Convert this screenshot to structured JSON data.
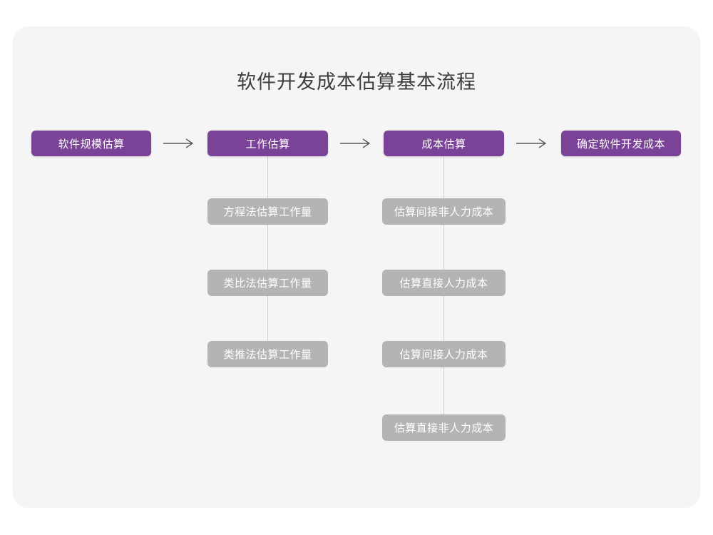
{
  "page": {
    "background_color": "#ffffff",
    "card_color": "#f5f5f5"
  },
  "diagram": {
    "title": "软件开发成本估算基本流程",
    "type": "flowchart",
    "primary_color": "#7b4397",
    "secondary_color": "#b4b4b4",
    "connector_color": "#cfcfcf",
    "arrow_color": "#5a5a5a",
    "main_flow": [
      {
        "id": "step-1",
        "label": "软件规模估算"
      },
      {
        "id": "step-2",
        "label": "工作估算"
      },
      {
        "id": "step-3",
        "label": "成本估算"
      },
      {
        "id": "step-4",
        "label": "确定软件开发成本"
      }
    ],
    "arrows": [
      {
        "id": "arrow-1",
        "glyph": "arrow-right-icon",
        "from": "step-1",
        "to": "step-2"
      },
      {
        "id": "arrow-2",
        "glyph": "arrow-right-icon",
        "from": "step-2",
        "to": "step-3"
      },
      {
        "id": "arrow-3",
        "glyph": "arrow-right-icon",
        "from": "step-3",
        "to": "step-4"
      }
    ],
    "branches": [
      {
        "parent": "step-2",
        "parent_label": "工作估算",
        "items": [
          {
            "label": "方程法估算工作量"
          },
          {
            "label": "类比法估算工作量"
          },
          {
            "label": "类推法估算工作量"
          }
        ]
      },
      {
        "parent": "step-3",
        "parent_label": "成本估算",
        "items": [
          {
            "label": "估算间接非人力成本"
          },
          {
            "label": "估算直接人力成本"
          },
          {
            "label": "估算间接人力成本"
          },
          {
            "label": "估算直接非人力成本"
          }
        ]
      }
    ]
  }
}
